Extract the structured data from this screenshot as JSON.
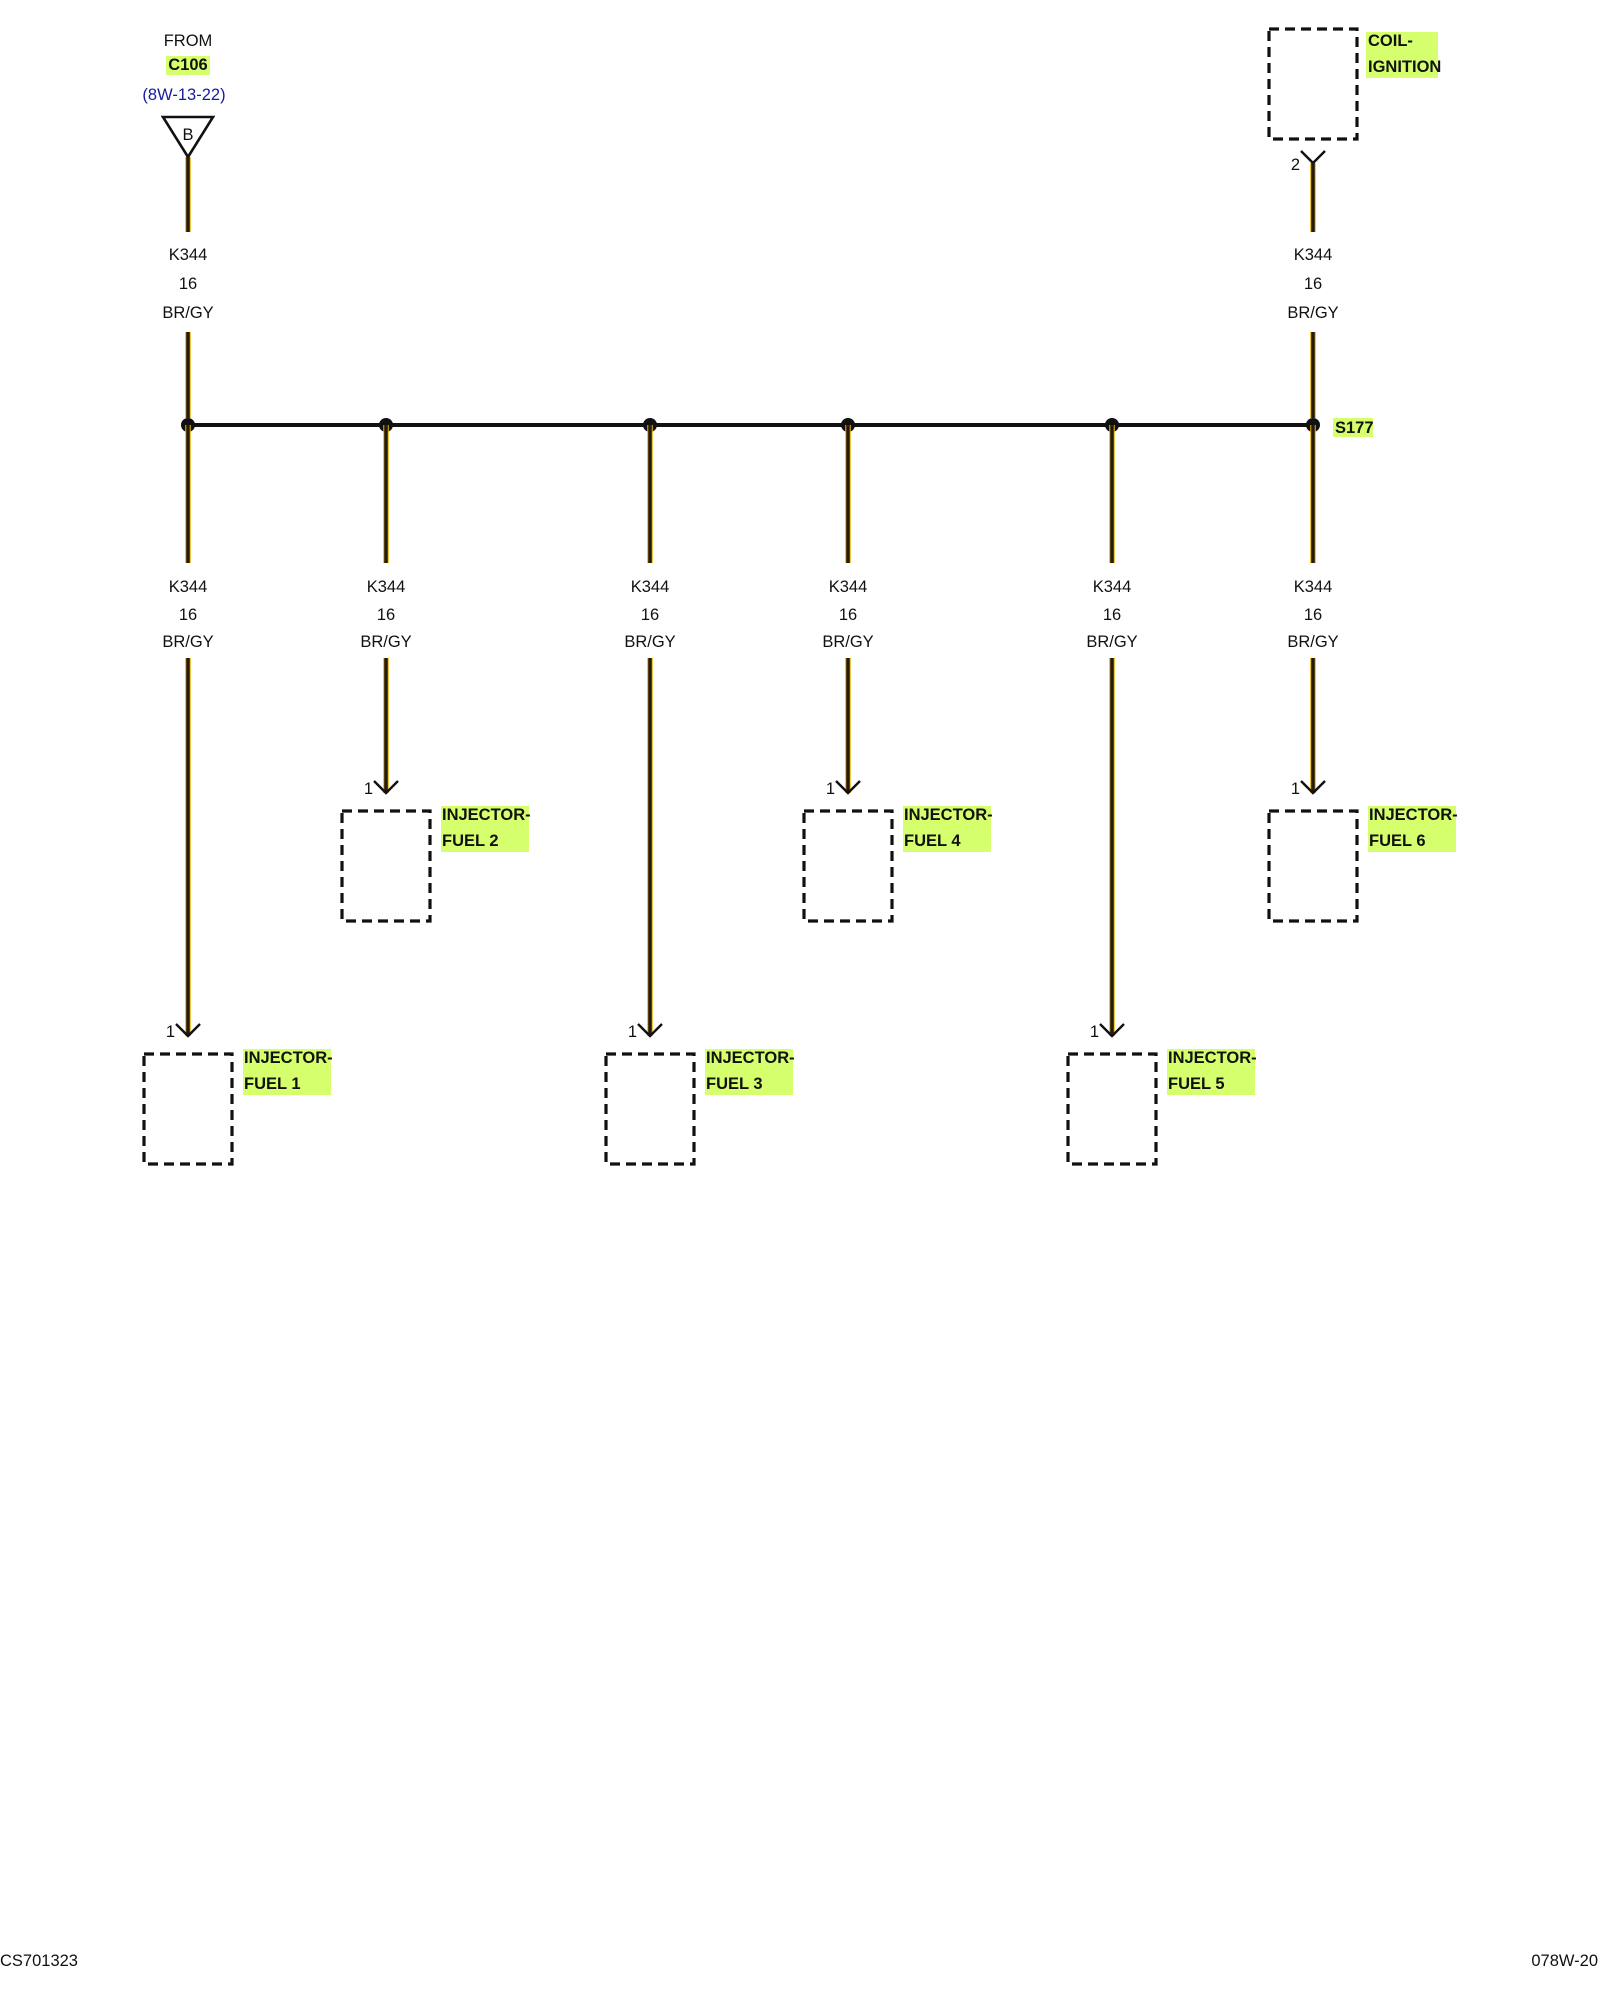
{
  "source": {
    "from_label": "FROM",
    "connector": "C106",
    "reference": "(8W-13-22)",
    "pin_letter": "B"
  },
  "coil": {
    "name_line1": "COIL-",
    "name_line2": "IGNITION",
    "pin": "2"
  },
  "splice": {
    "name": "S177"
  },
  "wire": {
    "circuit": "K344",
    "gauge": "16",
    "color": "BR/GY"
  },
  "injectors": [
    {
      "name_line1": "INJECTOR-",
      "name_line2": "FUEL 1",
      "pin": "1"
    },
    {
      "name_line1": "INJECTOR-",
      "name_line2": "FUEL 2",
      "pin": "1"
    },
    {
      "name_line1": "INJECTOR-",
      "name_line2": "FUEL 3",
      "pin": "1"
    },
    {
      "name_line1": "INJECTOR-",
      "name_line2": "FUEL 4",
      "pin": "1"
    },
    {
      "name_line1": "INJECTOR-",
      "name_line2": "FUEL 5",
      "pin": "1"
    },
    {
      "name_line1": "INJECTOR-",
      "name_line2": "FUEL 6",
      "pin": "1"
    }
  ],
  "footer": {
    "left": "CS701323",
    "right": "078W-20"
  },
  "colors": {
    "highlight": "#d6ff6e",
    "wire_core": "#241a10",
    "wire_edge": "#e8b400",
    "reference_text": "#1a1aa0"
  }
}
